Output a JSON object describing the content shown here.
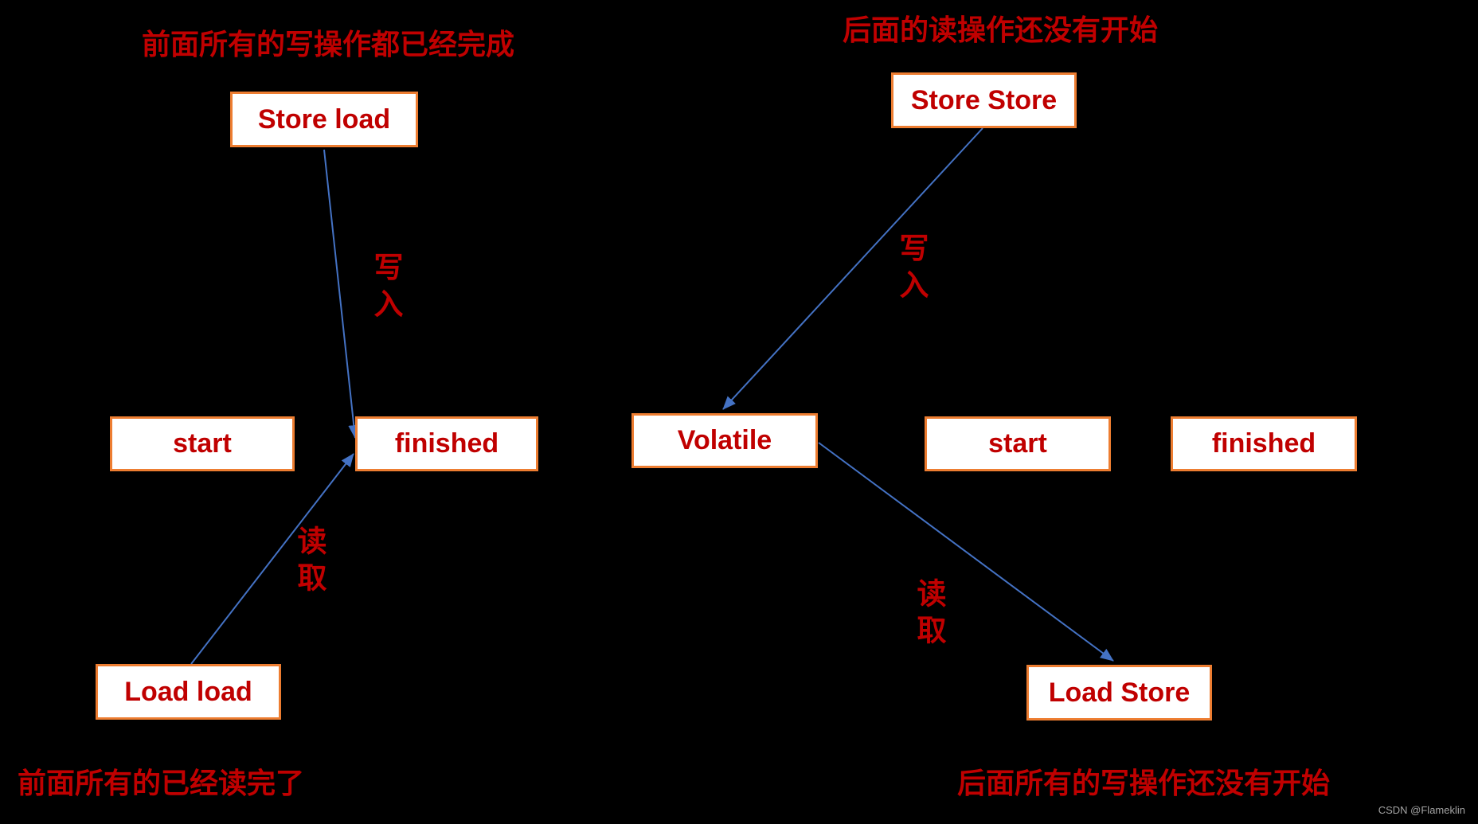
{
  "colors": {
    "background": "#000000",
    "box_fill": "#FFFFFF",
    "box_border": "#ED7D31",
    "box_text": "#C00000",
    "annotation": "#C00000",
    "arrow": "#4472C4",
    "watermark": "#A3A3A3"
  },
  "annotations": {
    "top_left": "前面所有的写操作都已经完成",
    "top_right": "后面的读操作还没有开始",
    "bottom_left": "前面所有的已经读完了",
    "bottom_right": "后面所有的写操作还没有开始"
  },
  "nodes": {
    "store_load": "Store load",
    "store_store": "Store Store",
    "start_left": "start",
    "finished_left": "finished",
    "volatile": "Volatile",
    "start_right": "start",
    "finished_right": "finished",
    "load_load": "Load load",
    "load_store": "Load Store"
  },
  "edges": [
    {
      "from": "Store load",
      "to": "finished",
      "label": "写入"
    },
    {
      "from": "Load load",
      "to": "finished",
      "label": "读取"
    },
    {
      "from": "Store Store",
      "to": "Volatile",
      "label": "写入"
    },
    {
      "from": "Volatile",
      "to": "Load Store",
      "label": "读取"
    }
  ],
  "watermark": {
    "text": "CSDN @Flameklin"
  }
}
